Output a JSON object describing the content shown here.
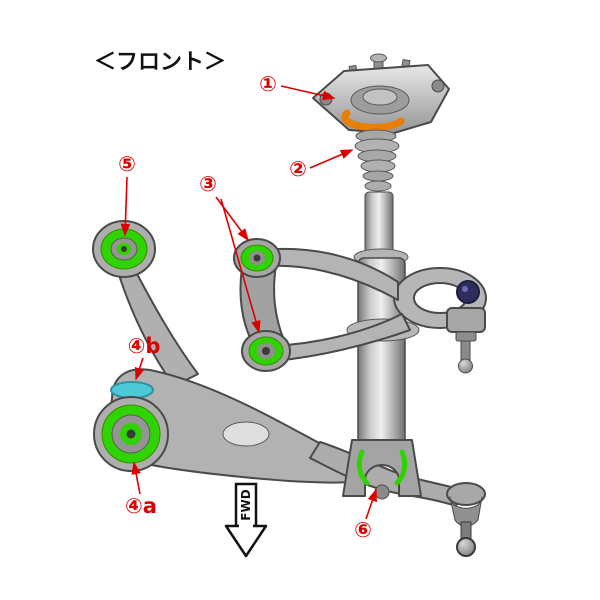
{
  "title": "＜フロント＞",
  "fwd": {
    "label": "FWD"
  },
  "callouts": [
    {
      "id": "1",
      "label": "①"
    },
    {
      "id": "2",
      "label": "②"
    },
    {
      "id": "3",
      "label": "③"
    },
    {
      "id": "4a",
      "label": "④a"
    },
    {
      "id": "4b",
      "label": "④b"
    },
    {
      "id": "5",
      "label": "⑤"
    },
    {
      "id": "6",
      "label": "⑥"
    }
  ],
  "colors": {
    "callout_red": "#dd0000",
    "bushing_green": "#2fd400",
    "ring_orange": "#e87f00",
    "washer_cyan": "#4cc9d9",
    "bushing_navy": "#2e2e5e",
    "background": "#ffffff"
  }
}
